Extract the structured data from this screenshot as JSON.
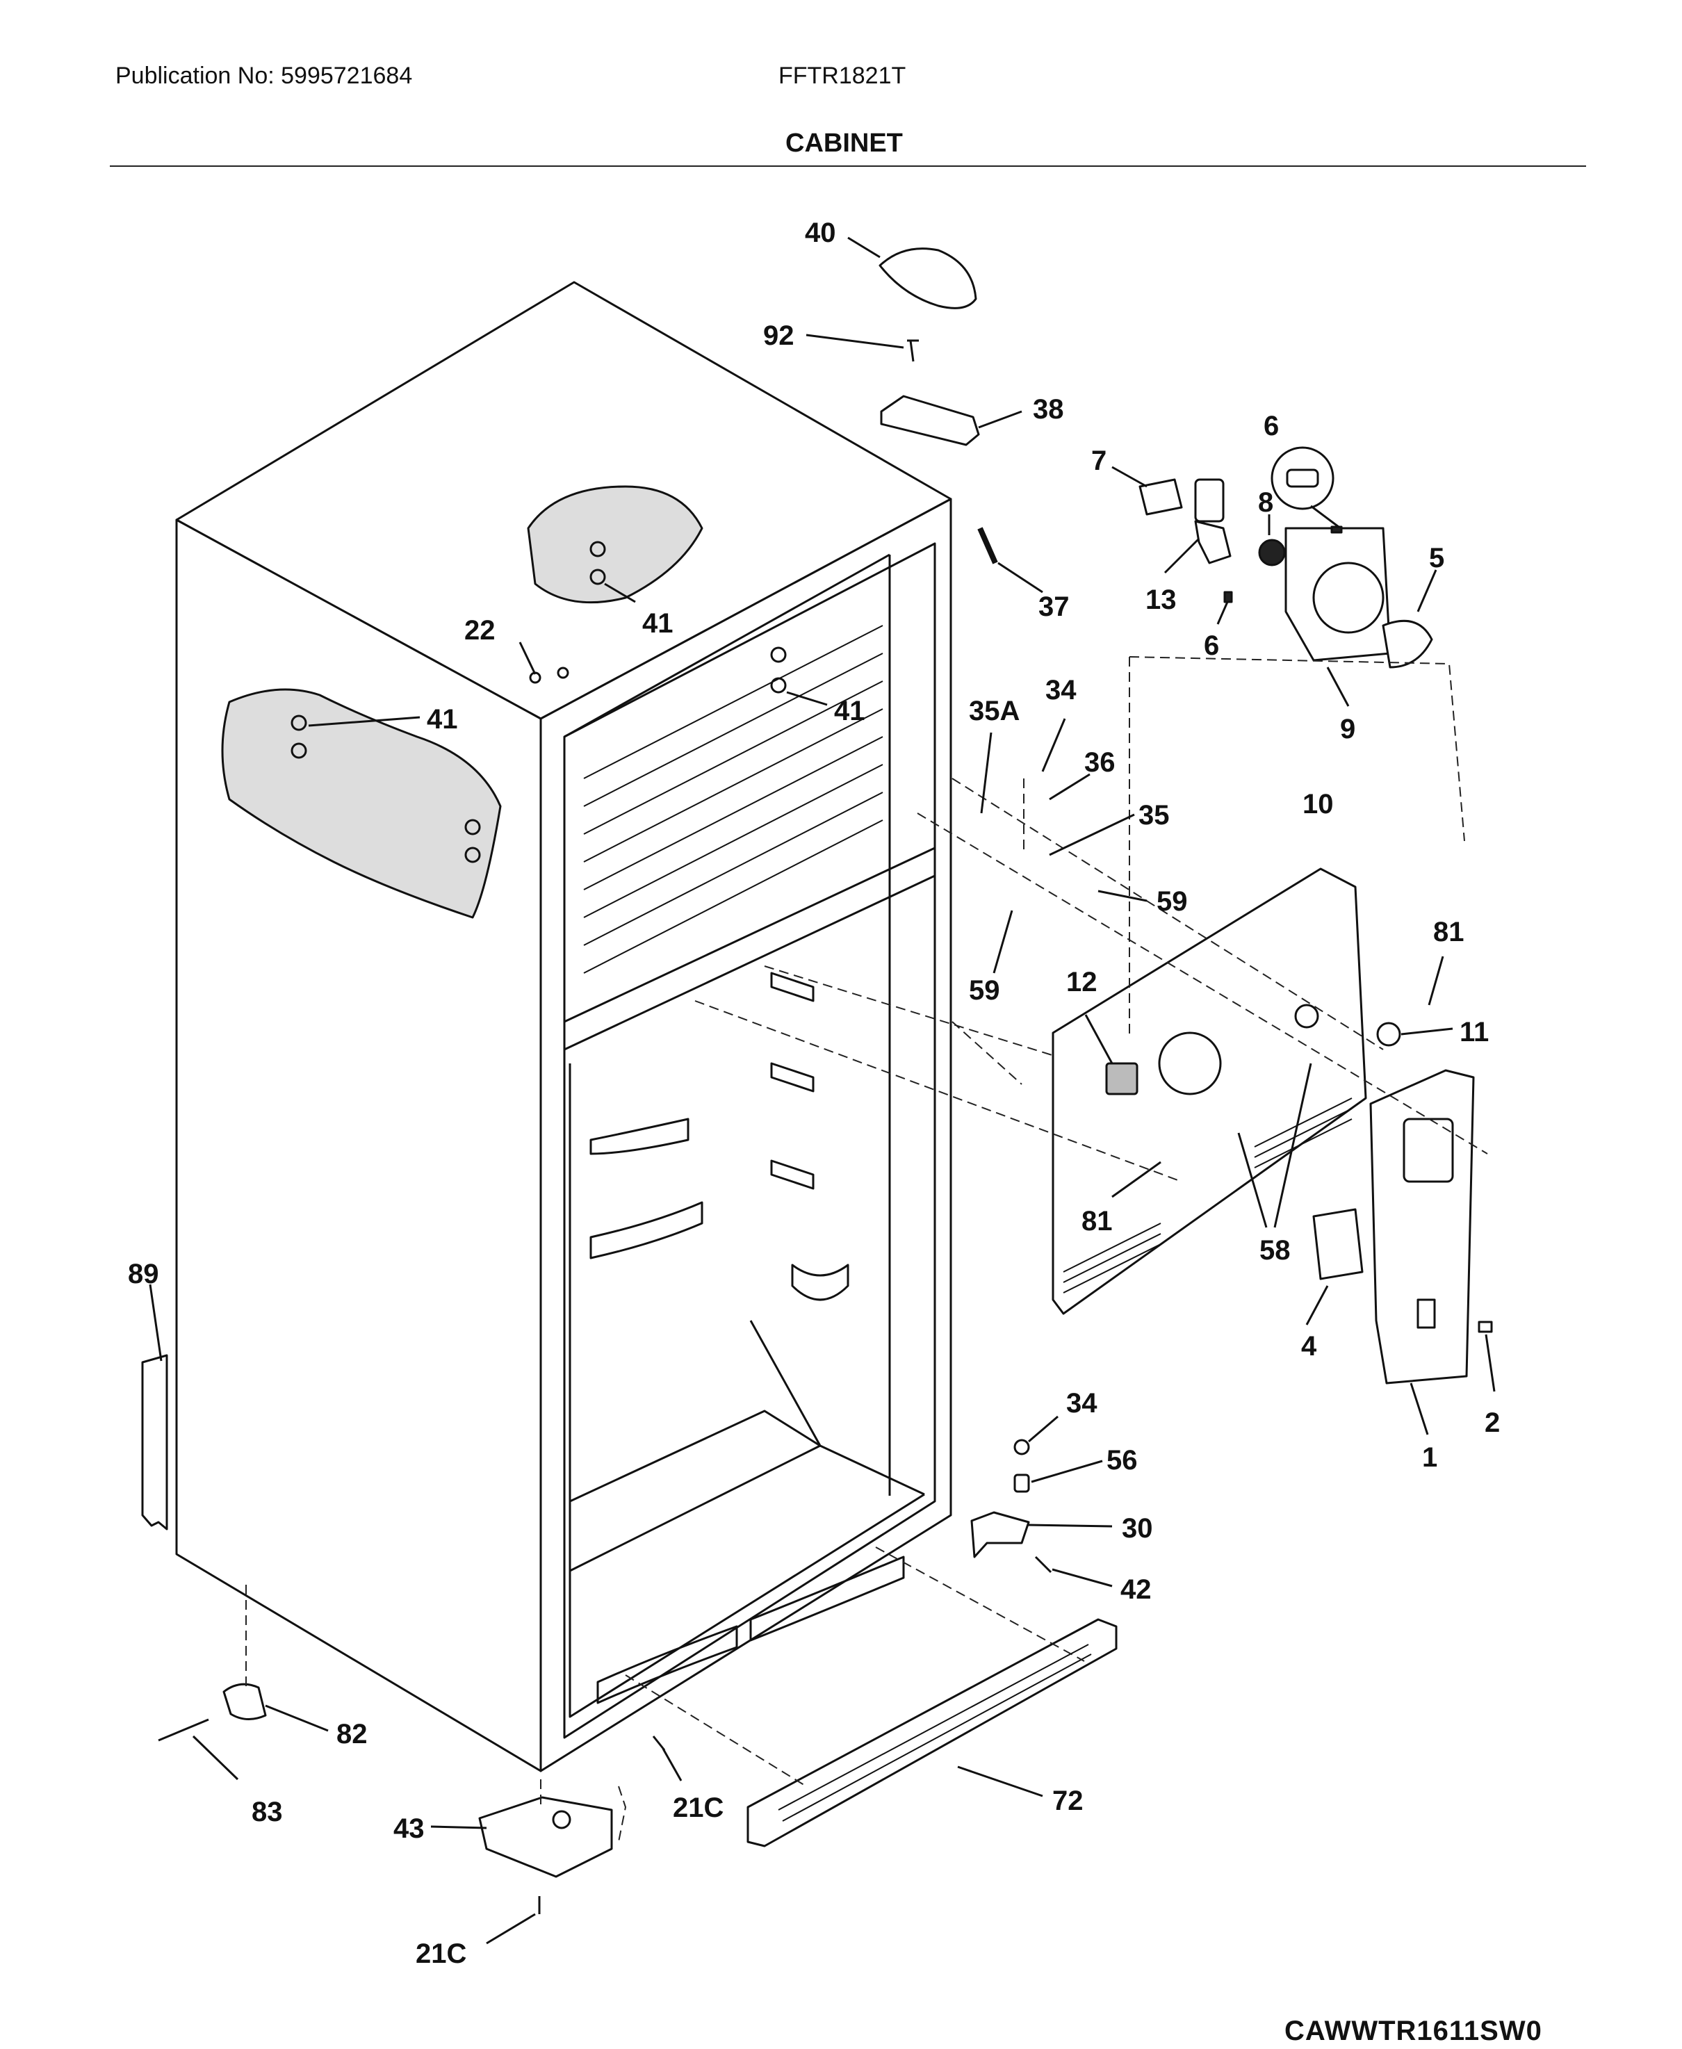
{
  "header": {
    "publication": "Publication No: 5995721684",
    "model": "FFTR1821T",
    "section": "CABINET"
  },
  "footer": {
    "diagram_code": "CAWWTR1611SW0"
  },
  "callouts": {
    "p40": "40",
    "p92": "92",
    "p38": "38",
    "p7": "7",
    "p6a": "6",
    "p8": "8",
    "p5": "5",
    "p13": "13",
    "p6b": "6",
    "p9": "9",
    "p37": "37",
    "p41a": "41",
    "p22": "22",
    "p41b": "41",
    "p41c": "41",
    "p35a": "35A",
    "p34a": "34",
    "p36": "36",
    "p35": "35",
    "p59a": "59",
    "p59b": "59",
    "p10": "10",
    "p81a": "81",
    "p12": "12",
    "p11": "11",
    "p81b": "81",
    "p58": "58",
    "p4": "4",
    "p1": "1",
    "p2": "2",
    "p89": "89",
    "p34b": "34",
    "p56": "56",
    "p30": "30",
    "p42": "42",
    "p82": "82",
    "p83": "83",
    "p72": "72",
    "p21c_a": "21C",
    "p43": "43",
    "p21c_b": "21C"
  }
}
